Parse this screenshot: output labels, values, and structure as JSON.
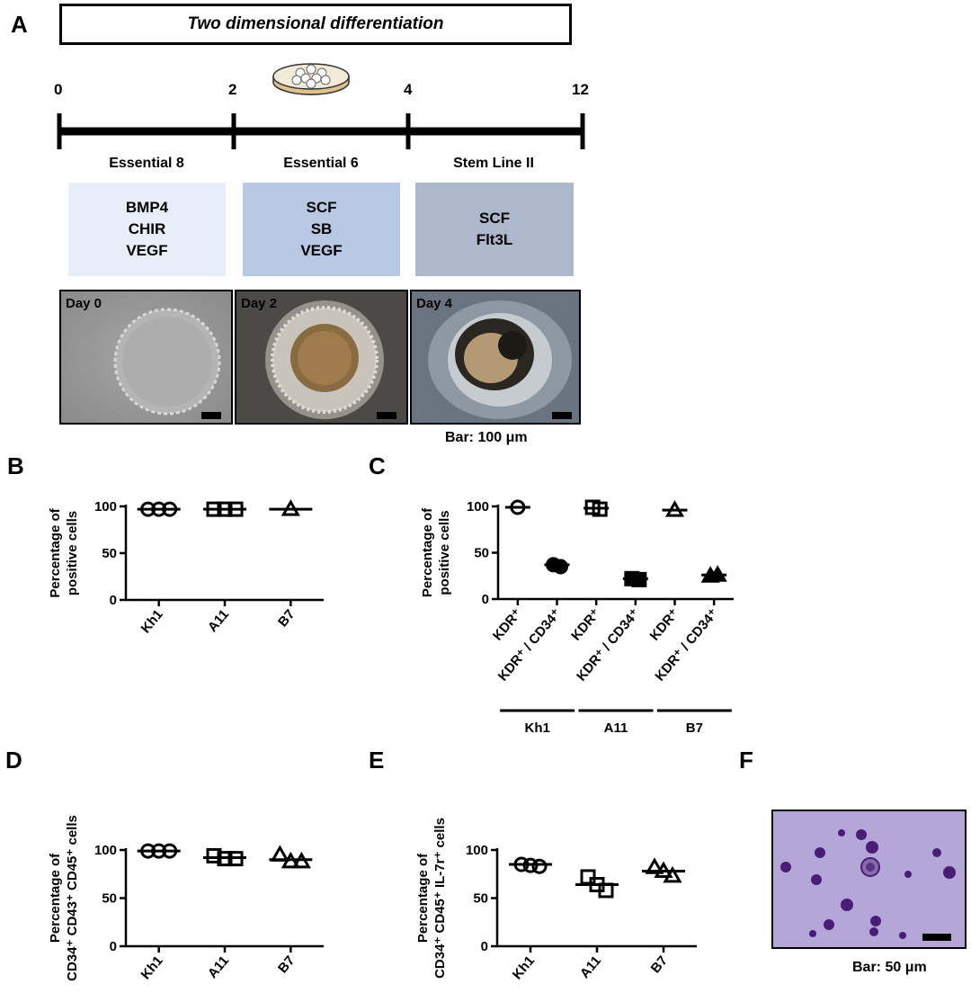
{
  "panel_a": {
    "letter": "A",
    "title": "Two dimensional differentiation",
    "timeline_days": [
      "0",
      "2",
      "4",
      "12"
    ],
    "media": [
      "Essential 8",
      "Essential 6",
      "Stem Line II"
    ],
    "factor_boxes": [
      {
        "lines": [
          "BMP4",
          "CHIR",
          "VEGF"
        ],
        "color": "#e8eef8"
      },
      {
        "lines": [
          "SCF",
          "SB",
          "VEGF"
        ],
        "color": "#b8c8e4"
      },
      {
        "lines": [
          "SCF",
          "Flt3L"
        ],
        "color": "#aeb8cc"
      }
    ],
    "photos": [
      {
        "label": "Day 0"
      },
      {
        "label": "Day 2"
      },
      {
        "label": "Day 4"
      }
    ],
    "scale_bar_label": "Bar: 100 μm"
  },
  "panel_f": {
    "letter": "F",
    "scale_bar_label": "Bar: 50 μm"
  },
  "chart_data": [
    {
      "panel": "B",
      "type": "scatter",
      "ylabel": [
        "Percentage of",
        "positive cells"
      ],
      "ylim": [
        0,
        100
      ],
      "yticks": [
        0,
        50,
        100
      ],
      "categories": [
        "Kh1",
        "A11",
        "B7"
      ],
      "series": [
        {
          "category": "Kh1",
          "marker": "circle-open",
          "values": [
            97,
            97,
            97
          ],
          "mean": 97
        },
        {
          "category": "A11",
          "marker": "square-open",
          "values": [
            97,
            97,
            97
          ],
          "mean": 97
        },
        {
          "category": "B7",
          "marker": "triangle-open",
          "values": [
            97
          ],
          "mean": 97
        }
      ]
    },
    {
      "panel": "C",
      "type": "scatter",
      "ylabel": [
        "Percentage of",
        "positive cells"
      ],
      "ylim": [
        0,
        100
      ],
      "yticks": [
        0,
        50,
        100
      ],
      "categories": [
        "KDR⁺",
        "KDR⁺ / CD34⁺",
        "KDR⁺",
        "KDR⁺ / CD34⁺",
        "KDR⁺",
        "KDR⁺ / CD34⁺"
      ],
      "groups": [
        "Kh1",
        "A11",
        "B7"
      ],
      "series": [
        {
          "category": "KDR⁺",
          "group": "Kh1",
          "marker": "circle-open",
          "values": [
            99
          ],
          "mean": 99
        },
        {
          "category": "KDR⁺ / CD34⁺",
          "group": "Kh1",
          "marker": "circle-filled",
          "values": [
            37,
            35
          ],
          "mean": 37
        },
        {
          "category": "KDR⁺",
          "group": "A11",
          "marker": "square-open",
          "values": [
            99,
            97
          ],
          "mean": 98
        },
        {
          "category": "KDR⁺ / CD34⁺",
          "group": "A11",
          "marker": "square-filled",
          "values": [
            22,
            21
          ],
          "mean": 22
        },
        {
          "category": "KDR⁺",
          "group": "B7",
          "marker": "triangle-open",
          "values": [
            96
          ],
          "mean": 96
        },
        {
          "category": "KDR⁺ / CD34⁺",
          "group": "B7",
          "marker": "triangle-filled",
          "values": [
            25,
            26
          ],
          "mean": 26
        }
      ]
    },
    {
      "panel": "D",
      "type": "scatter",
      "ylabel": [
        "Percentage of",
        "CD34⁺ CD43⁺ CD45⁺ cells"
      ],
      "ylim": [
        0,
        100
      ],
      "yticks": [
        0,
        50,
        100
      ],
      "categories": [
        "Kh1",
        "A11",
        "B7"
      ],
      "series": [
        {
          "category": "Kh1",
          "marker": "circle-open",
          "values": [
            99,
            99,
            99
          ],
          "mean": 99
        },
        {
          "category": "A11",
          "marker": "square-open",
          "values": [
            94,
            91,
            91
          ],
          "mean": 92
        },
        {
          "category": "B7",
          "marker": "triangle-open",
          "values": [
            95,
            88,
            88
          ],
          "mean": 90
        }
      ]
    },
    {
      "panel": "E",
      "type": "scatter",
      "ylabel": [
        "Percentage of",
        "CD34⁺ CD45⁺ IL-7r⁺ cells"
      ],
      "ylim": [
        0,
        100
      ],
      "yticks": [
        0,
        50,
        100
      ],
      "categories": [
        "Kh1",
        "A11",
        "B7"
      ],
      "series": [
        {
          "category": "Kh1",
          "marker": "circle-open",
          "values": [
            85,
            84,
            83
          ],
          "mean": 85
        },
        {
          "category": "A11",
          "marker": "square-open",
          "values": [
            72,
            64,
            58
          ],
          "mean": 64
        },
        {
          "category": "B7",
          "marker": "triangle-open",
          "values": [
            82,
            78,
            73
          ],
          "mean": 78
        }
      ]
    }
  ]
}
